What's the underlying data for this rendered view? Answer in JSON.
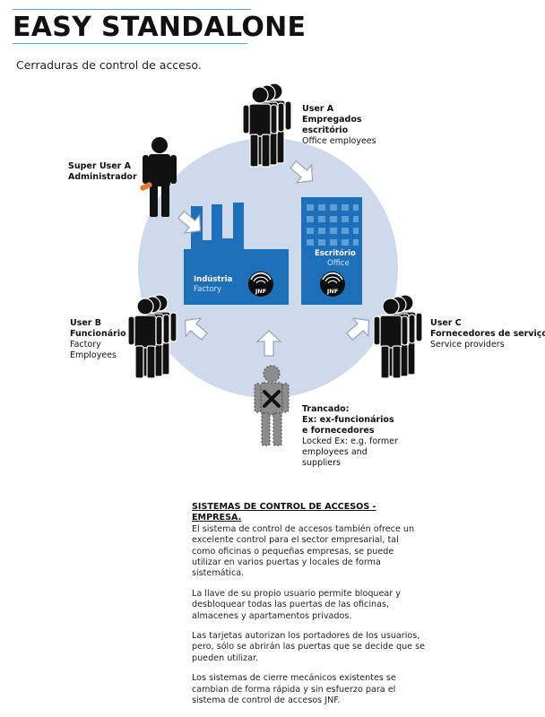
{
  "header": {
    "title": "EASY STANDALONE",
    "subtitle": "Cerraduras de control de acceso."
  },
  "buildings": {
    "factory": {
      "name": "Indústria",
      "subname": "Factory",
      "logo_text": "JNF"
    },
    "office": {
      "name": "Escritório",
      "subname": "Office",
      "logo_text": "JNF"
    }
  },
  "users": {
    "super_user": {
      "title": "Super User A",
      "role": "Administrador"
    },
    "user_a": {
      "title": "User A",
      "role_line1": "Empregados",
      "role_line2": "escritório",
      "desc": "Office employees"
    },
    "user_b": {
      "title": "User B",
      "role": "Funcionário",
      "desc_line1": "Factory",
      "desc_line2": "Employees"
    },
    "user_c": {
      "title": "User C",
      "role": "Fornecedores de serviço",
      "desc": "Service providers"
    },
    "locked": {
      "title": "Trancado:",
      "role_line1": "Ex: ex-funcionários",
      "role_line2": "e fornecedores",
      "desc_line1": "Locked Ex: e.g. former",
      "desc_line2": "employees and",
      "desc_line3": "suppliers"
    }
  },
  "body_text": {
    "heading": "SISTEMAS DE CONTROL DE ACCESOS - EMPRESA.",
    "p1": "El sistema de control de accesos también ofrece un excelente control para el sector empresarial, tal como oficinas o pequeñas empresas, se puede utilizar en varios puertas y locales de forma sistemática.",
    "p2": "La llave de su propio usuario permite bloquear y desbloquear todas las puertas de las oficinas, almacenes y apartamentos privados.",
    "p3": "Las tarjetas autorizan los portadores de los usuarios, pero, sólo se abrirán las puertas que se decide que se pueden utilizar.",
    "p4": "Los sistemas de cierre mecánicos existentes se cambian de forma rápida y sin esfuerzo para el sistema de control de accesos JNF."
  },
  "colors": {
    "accent_rule": "#5aa8d8",
    "circle": "#cfd9ec",
    "building": "#1c6fb8",
    "key_orange": "#e8792a",
    "person": "#111111"
  }
}
